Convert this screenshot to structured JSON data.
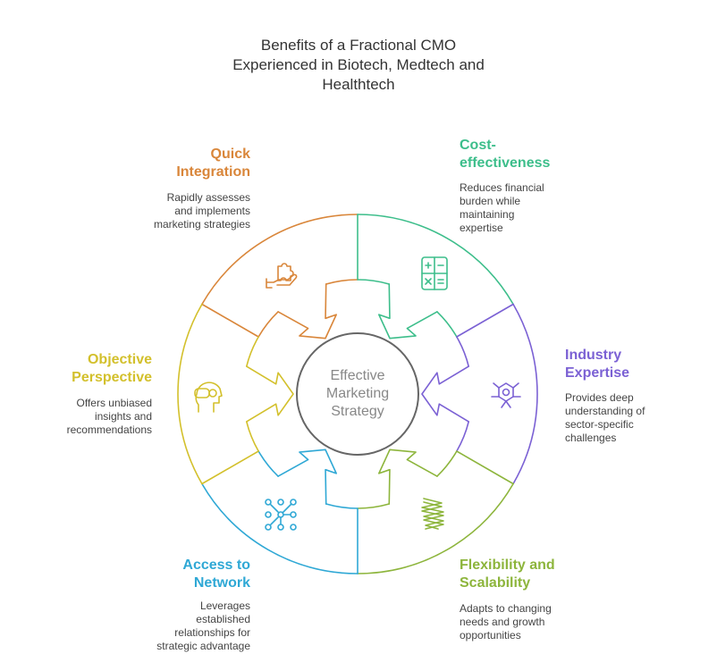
{
  "title_lines": [
    "Benefits of a Fractional CMO",
    "Experienced in Biotech, Medtech and",
    "Healthtech"
  ],
  "center": {
    "lines": [
      "Effective",
      "Marketing",
      "Strategy"
    ]
  },
  "colors": {
    "orange": "#D9863A",
    "green": "#3DBE8B",
    "purple": "#7B61D4",
    "lime": "#8DB53C",
    "blue": "#2FA8D5",
    "yellow": "#D3C02C",
    "center_ring": "#666666",
    "center_text": "#888888"
  },
  "segments": [
    {
      "key": "quick_integration",
      "heading_lines": [
        "Quick",
        "Integration"
      ],
      "desc_lines": [
        "Rapidly assesses",
        "and implements",
        "marketing strategies"
      ],
      "color": "#D9863A",
      "icon": "puzzle-hand-icon"
    },
    {
      "key": "cost_effectiveness",
      "heading_lines": [
        "Cost-",
        "effectiveness"
      ],
      "desc_lines": [
        "Reduces financial",
        "burden while",
        "maintaining",
        "expertise"
      ],
      "color": "#3DBE8B",
      "icon": "calculator-icon"
    },
    {
      "key": "industry_expertise",
      "heading_lines": [
        "Industry",
        "Expertise"
      ],
      "desc_lines": [
        "Provides deep",
        "understanding of",
        "sector-specific",
        "challenges"
      ],
      "color": "#7B61D4",
      "icon": "molecule-icon"
    },
    {
      "key": "flexibility_scalability",
      "heading_lines": [
        "Flexibility and",
        "Scalability"
      ],
      "desc_lines": [
        "Adapts to changing",
        "needs and growth",
        "opportunities"
      ],
      "color": "#8DB53C",
      "icon": "spring-icon"
    },
    {
      "key": "access_network",
      "heading_lines": [
        "Access to",
        "Network"
      ],
      "desc_lines": [
        "Leverages",
        "established",
        "relationships for",
        "strategic advantage"
      ],
      "color": "#2FA8D5",
      "icon": "network-icon"
    },
    {
      "key": "objective_perspective",
      "heading_lines": [
        "Objective",
        "Perspective"
      ],
      "desc_lines": [
        "Offers unbiased",
        "insights and",
        "recommendations"
      ],
      "color": "#D3C02C",
      "icon": "vr-head-icon"
    }
  ]
}
